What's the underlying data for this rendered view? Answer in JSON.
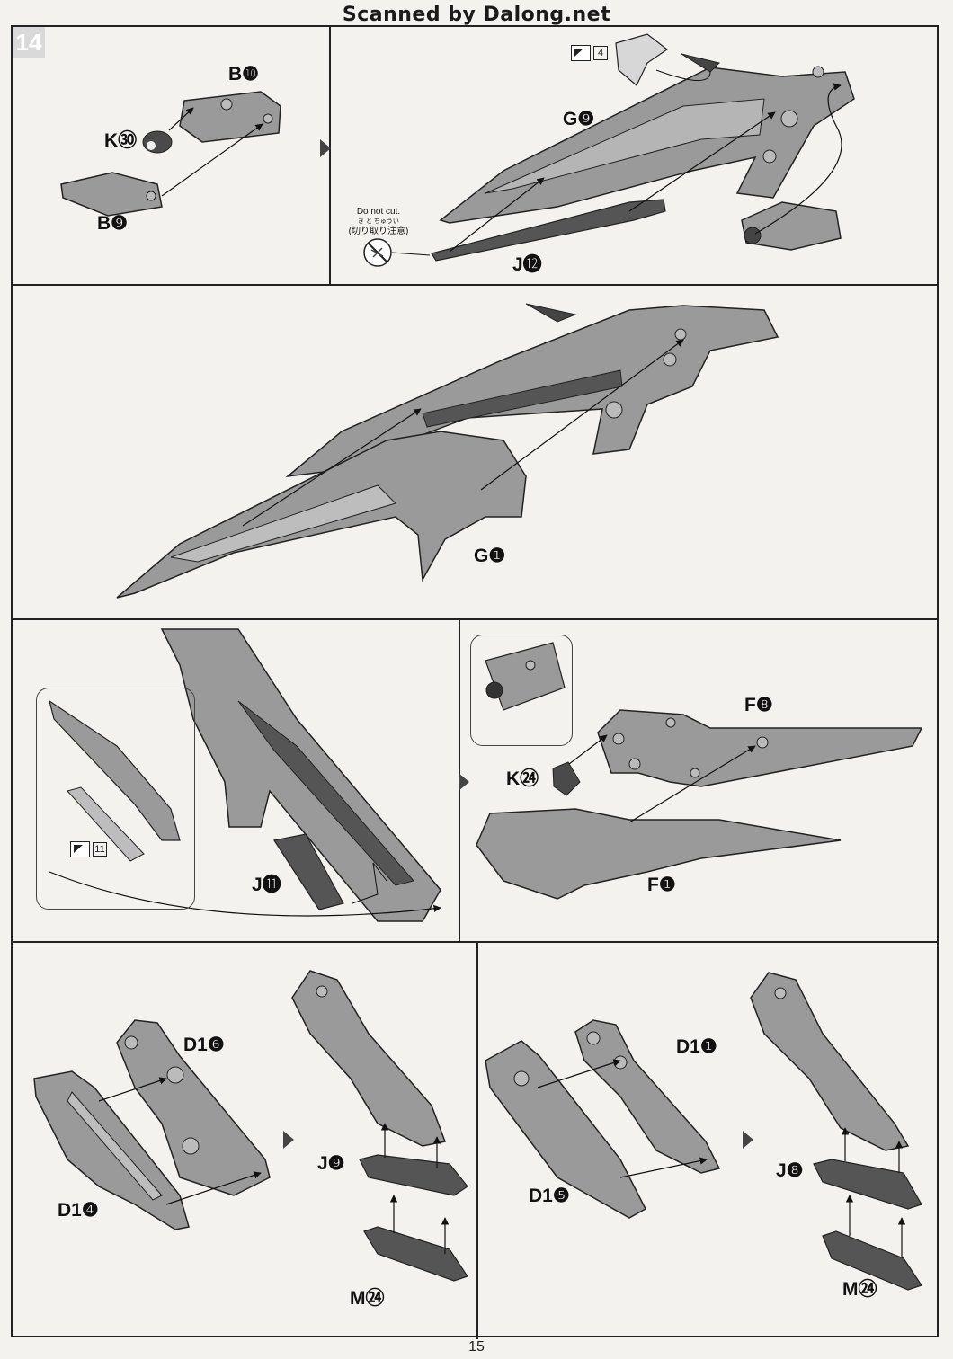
{
  "header": {
    "scan_credit": "Scanned by Dalong.net"
  },
  "step": {
    "number": "14"
  },
  "panel1": {
    "labels": {
      "b10": "B❿",
      "k30": "K㉚",
      "b9": "B❾",
      "g9": "G❾",
      "j12": "J⓬"
    },
    "ref_num": "4",
    "do_not_cut": {
      "en": "Do not cut.",
      "ruby": "き と ちゅうい",
      "jp": "(切り取り注意)"
    }
  },
  "panel2": {
    "labels": {
      "g1": "G❶"
    }
  },
  "panel3": {
    "labels": {
      "j11": "J⓫",
      "k24": "K㉔",
      "f8": "F❽",
      "f1": "F❶"
    },
    "ref_num": "11"
  },
  "panel4": {
    "labels": {
      "d16": "D1❻",
      "d14": "D1❹",
      "j9": "J❾",
      "m24a": "M㉔",
      "d11": "D1❶",
      "d15": "D1❺",
      "j8": "J❽",
      "m24b": "M㉔"
    }
  },
  "footer": {
    "page_number": "15"
  },
  "colors": {
    "part_gray": "#9a9a9a",
    "dark_part": "#4a4a4a",
    "line": "#222222",
    "paper": "#f4f2ee"
  }
}
